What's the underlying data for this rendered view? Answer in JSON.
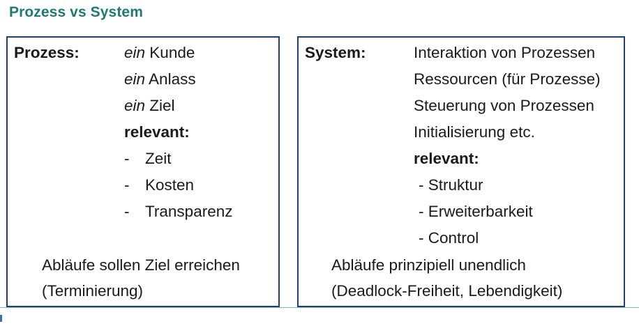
{
  "title": "Prozess vs System",
  "left": {
    "label": "Prozess:",
    "items": [
      {
        "prefix": "ein",
        "text": "Kunde"
      },
      {
        "prefix": "ein",
        "text": "Anlass"
      },
      {
        "prefix": "ein",
        "text": "Ziel"
      }
    ],
    "relevant_label": "relevant:",
    "relevant_items": [
      "Zeit",
      "Kosten",
      "Transparenz"
    ],
    "summary_line1": "Abläufe sollen Ziel erreichen",
    "summary_line2": "(Terminierung)"
  },
  "right": {
    "label": "System:",
    "items": [
      "Interaktion von Prozessen",
      "Ressourcen (für Prozesse)",
      "Steuerung von Prozessen",
      "Initialisierung etc."
    ],
    "relevant_label": "relevant:",
    "relevant_items": [
      "- Struktur",
      "- Erweiterbarkeit",
      "- Control"
    ],
    "summary_line1": "Abläufe prinzipiell unendlich",
    "summary_line2": "(Deadlock-Freiheit, Lebendigkeit)"
  },
  "dash": "-"
}
